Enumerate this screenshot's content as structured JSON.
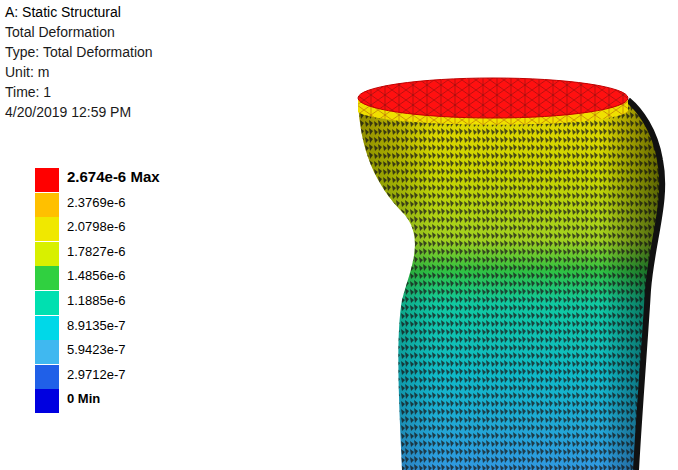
{
  "diagram": {
    "labels": [
      "A: Static Structural",
      "Total Deformation",
      "Type: Total Deformation",
      "Unit: m",
      "Time: 1",
      "4/20/2019 12:59 PM"
    ],
    "legend": [
      {
        "text": "2.674e-6 Max",
        "color": "#ff0000"
      },
      {
        "text": "2.3769e-6",
        "color": "#ffc000"
      },
      {
        "text": "2.0798e-6",
        "color": "#f0e800"
      },
      {
        "text": "1.7827e-6",
        "color": "#d8f000"
      },
      {
        "text": "1.4856e-6",
        "color": "#30d040"
      },
      {
        "text": "1.1885e-6",
        "color": "#00e0b0"
      },
      {
        "text": "8.9135e-7",
        "color": "#00d8e8"
      },
      {
        "text": "5.9423e-7",
        "color": "#40b8f0"
      },
      {
        "text": "2.9712e-7",
        "color": "#2060e8"
      },
      {
        "text": "0 Min",
        "color": "#0000e0"
      }
    ]
  }
}
